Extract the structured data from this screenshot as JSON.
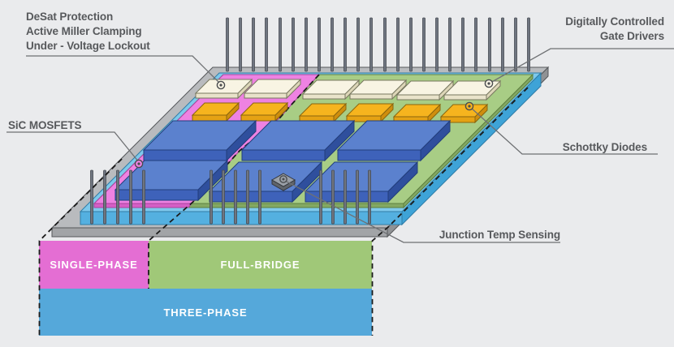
{
  "diagram": {
    "background_color": "#eaebed",
    "callouts": {
      "desat": {
        "lines": [
          "DeSat Protection",
          "Active Miller Clamping",
          "Under - Voltage Lockout"
        ]
      },
      "sic_mosfets": {
        "text": "SiC MOSFETS"
      },
      "gate_drivers": {
        "lines": [
          "Digitally Controlled",
          "Gate Drivers"
        ]
      },
      "schottky_diodes": {
        "text": "Schottky Diodes"
      },
      "junction_temp": {
        "text": "Junction Temp Sensing"
      }
    },
    "bands": {
      "single_phase": {
        "label": "SINGLE-PHASE",
        "color": "#e46ed3"
      },
      "full_bridge": {
        "label": "FULL-BRIDGE",
        "color": "#a0c878"
      },
      "three_phase": {
        "label": "THREE-PHASE",
        "color": "#55a8da"
      }
    },
    "module": {
      "colors": {
        "baseplate": "#b9bbbe",
        "cooling_layer": "#54b0e0",
        "substrate_green": "#a8cd85",
        "substrate_pink": "#ee82e2",
        "mosfet_chip": "#5b81ce",
        "gate_driver_chip": "#f8f4e3",
        "schottky_chip": "#f6b41e",
        "pin": "#6f7580"
      },
      "counts": {
        "sic_mosfet_chips": 6,
        "gate_driver_chips": 6,
        "schottky_diode_chips": 6,
        "back_pins": 24,
        "front_pins": 15,
        "callout_markers": 5
      }
    }
  }
}
